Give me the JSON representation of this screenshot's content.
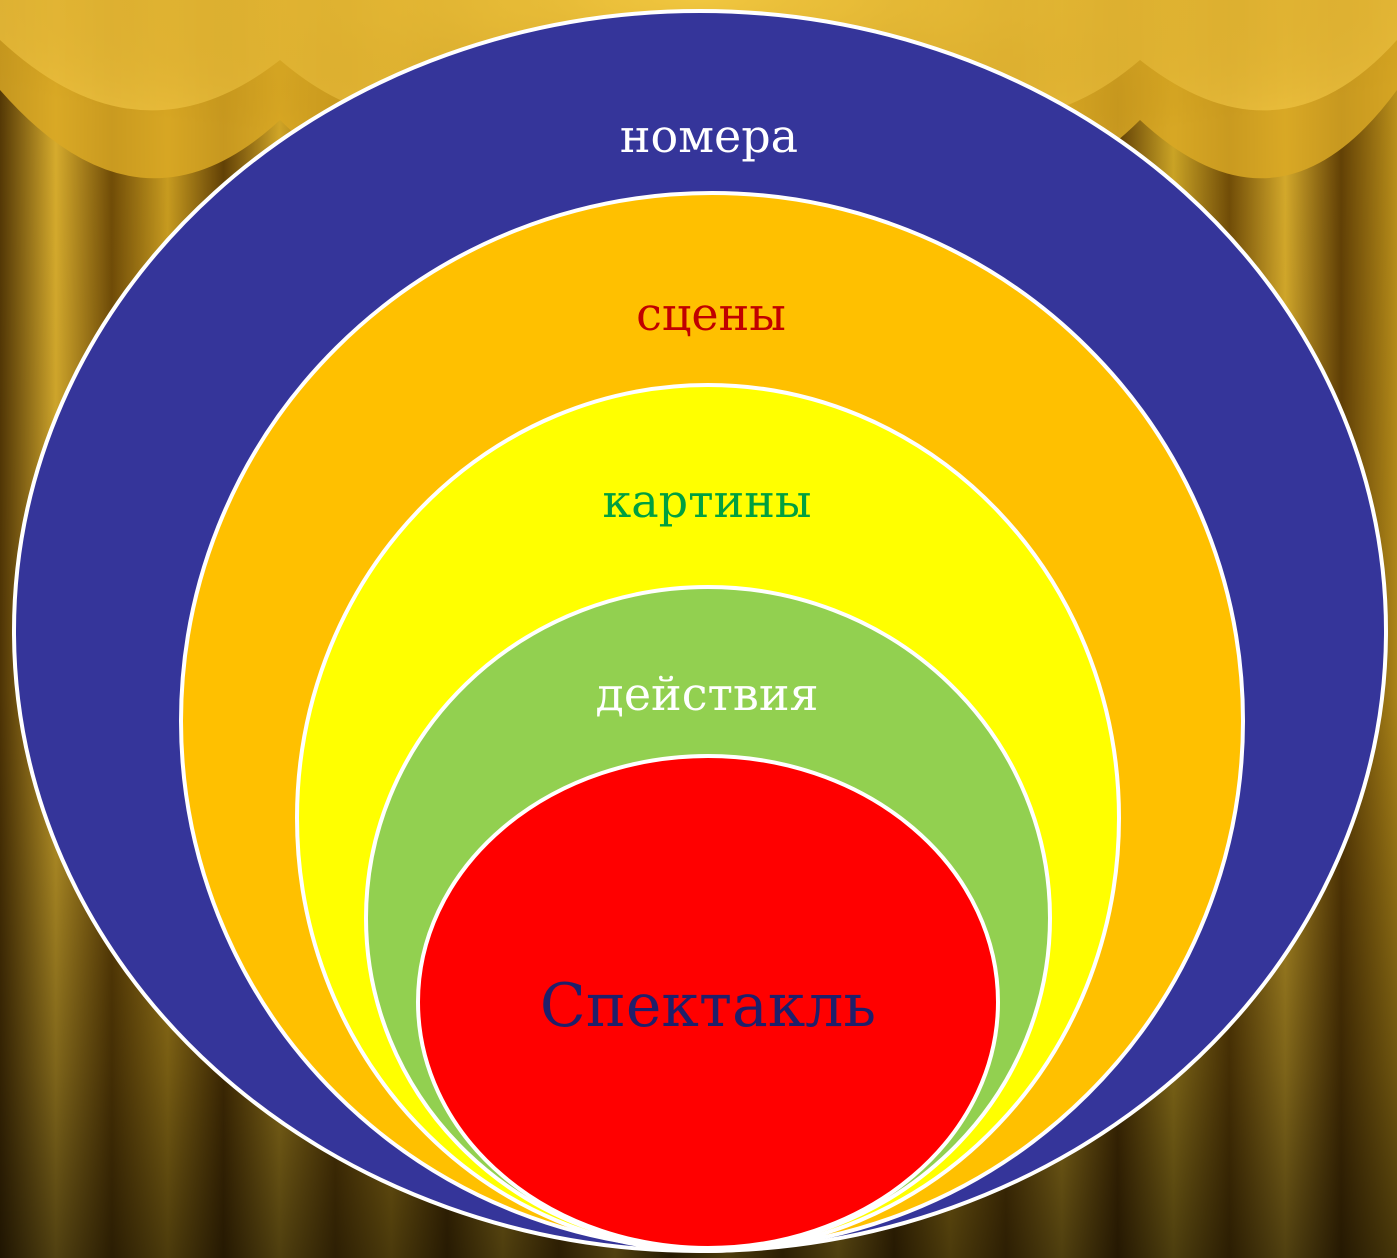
{
  "diagram": {
    "layers": [
      {
        "id": "layer-nomera",
        "label": "номера",
        "fill": "#35359a",
        "text_color": "#ffffff"
      },
      {
        "id": "layer-sceny",
        "label": "сцены",
        "fill": "#ffc000",
        "text_color": "#c00000"
      },
      {
        "id": "layer-kartiny",
        "label": "картины",
        "fill": "#ffff00",
        "text_color": "#00a040"
      },
      {
        "id": "layer-deystviya",
        "label": "действия",
        "fill": "#92d050",
        "text_color": "#ffffff"
      },
      {
        "id": "layer-spektakl",
        "label": "Спектакль",
        "fill": "#ff0000",
        "text_color": "#1f1f6a"
      }
    ],
    "outline_color": "#ffffff"
  },
  "background": {
    "theme": "theatre-curtain",
    "curtain_light": "#e2b32a",
    "curtain_mid": "#b58a12",
    "curtain_dark": "#4a3205"
  }
}
